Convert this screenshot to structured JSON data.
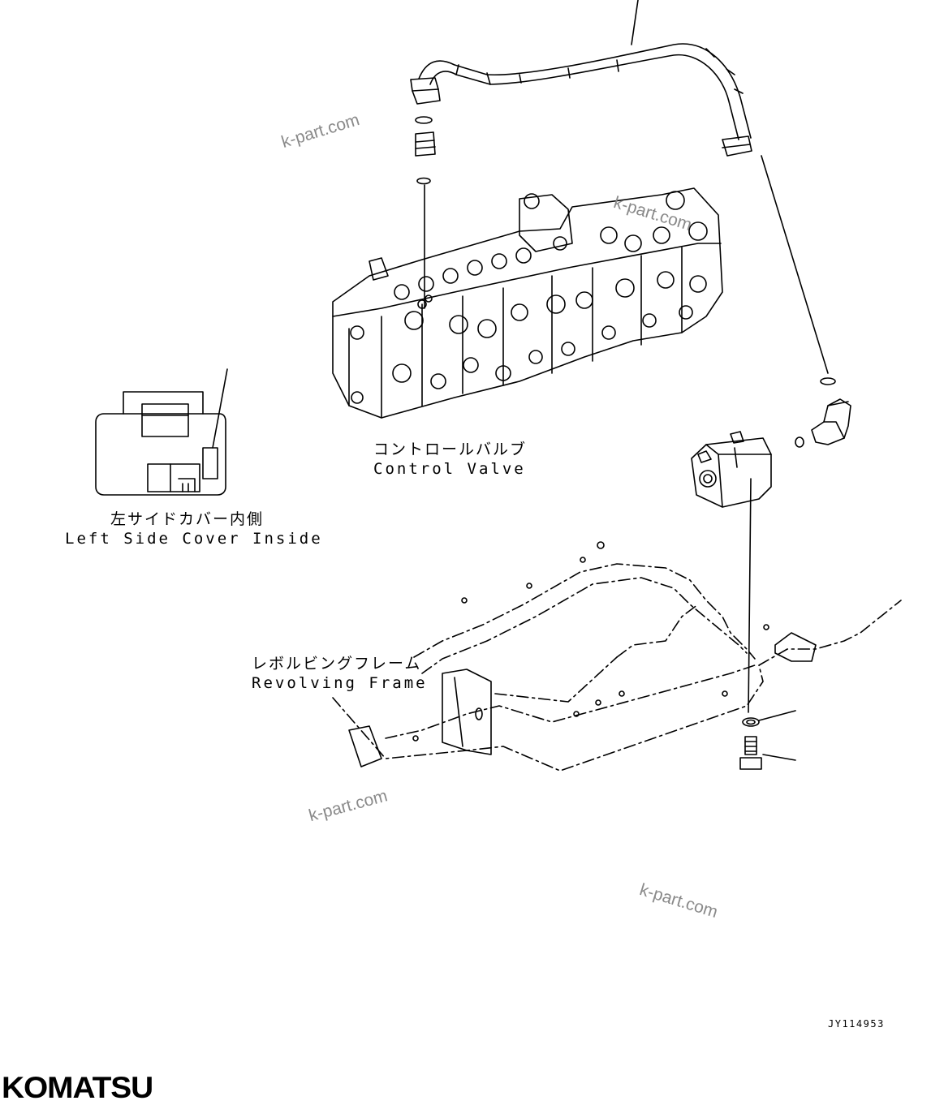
{
  "labels": {
    "control_valve_jp": "コントロールバルブ",
    "control_valve_en": "Control Valve",
    "left_cover_jp": "左サイドカバー内側",
    "left_cover_en": "Left Side Cover Inside",
    "frame_jp": "レボルビングフレーム",
    "frame_en": "Revolving Frame"
  },
  "watermark": "k-part.com",
  "drawing_code": "JY114953",
  "brand": "KOMATSU",
  "colors": {
    "ink": "#000000",
    "watermark": "#8a8a8a",
    "background": "#ffffff"
  }
}
